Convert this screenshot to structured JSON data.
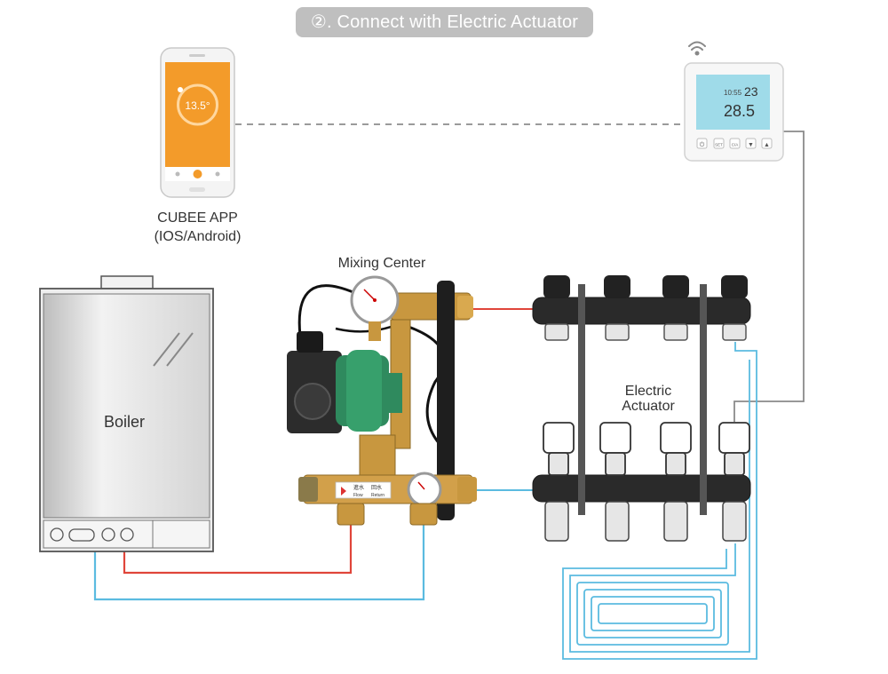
{
  "step_title": "②. Connect with Electric Actuator",
  "app": {
    "name_line1": "CUBEE APP",
    "name_line2": "(IOS/Android)",
    "screen_temp": "13.5°"
  },
  "thermostat": {
    "time": "10:55",
    "set_temp": "23",
    "room_temp": "28.5",
    "buttons": [
      "⏻",
      "SET",
      "C/A",
      "▼",
      "▲"
    ]
  },
  "mixing_center": {
    "label": "Mixing Center",
    "valve_labels": [
      "進水",
      "回水"
    ],
    "valve_sub": [
      "Flow",
      "Return"
    ]
  },
  "boiler": {
    "label": "Boiler"
  },
  "manifold": {
    "label_line1": "Electric",
    "label_line2": "Actuator",
    "loops": 4
  },
  "colors": {
    "supply": "#e0453a",
    "return": "#5bbbe0",
    "signal": "#8a8a8a",
    "brass": "#c8973f",
    "manifold": "#2a2a2a",
    "badge": "#bfbfbf",
    "app_orange": "#f39b2a"
  }
}
